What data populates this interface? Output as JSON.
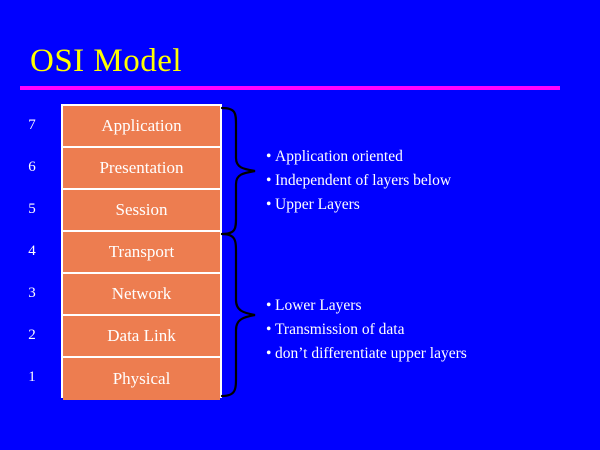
{
  "slide": {
    "title": "OSI Model",
    "background_color": "#0000FF",
    "title_color": "#FFFF00",
    "rule_color": "#FF00FF",
    "layer_color": "#ED7D50",
    "text_color": "#FFFFFF",
    "brace_color": "#000000"
  },
  "layers": [
    {
      "number": "7",
      "name": "Application"
    },
    {
      "number": "6",
      "name": "Presentation"
    },
    {
      "number": "5",
      "name": "Session"
    },
    {
      "number": "4",
      "name": "Transport"
    },
    {
      "number": "3",
      "name": "Network"
    },
    {
      "number": "2",
      "name": "Data Link"
    },
    {
      "number": "1",
      "name": "Physical"
    }
  ],
  "annotations": {
    "bullet_char": "•",
    "upper": {
      "group_name": "upper-layers",
      "lines": [
        "Application oriented",
        "Independent of layers below",
        "Upper Layers"
      ]
    },
    "lower": {
      "group_name": "lower-layers",
      "lines": [
        "Lower Layers",
        "Transmission of data",
        "don’t differentiate upper layers"
      ]
    }
  }
}
